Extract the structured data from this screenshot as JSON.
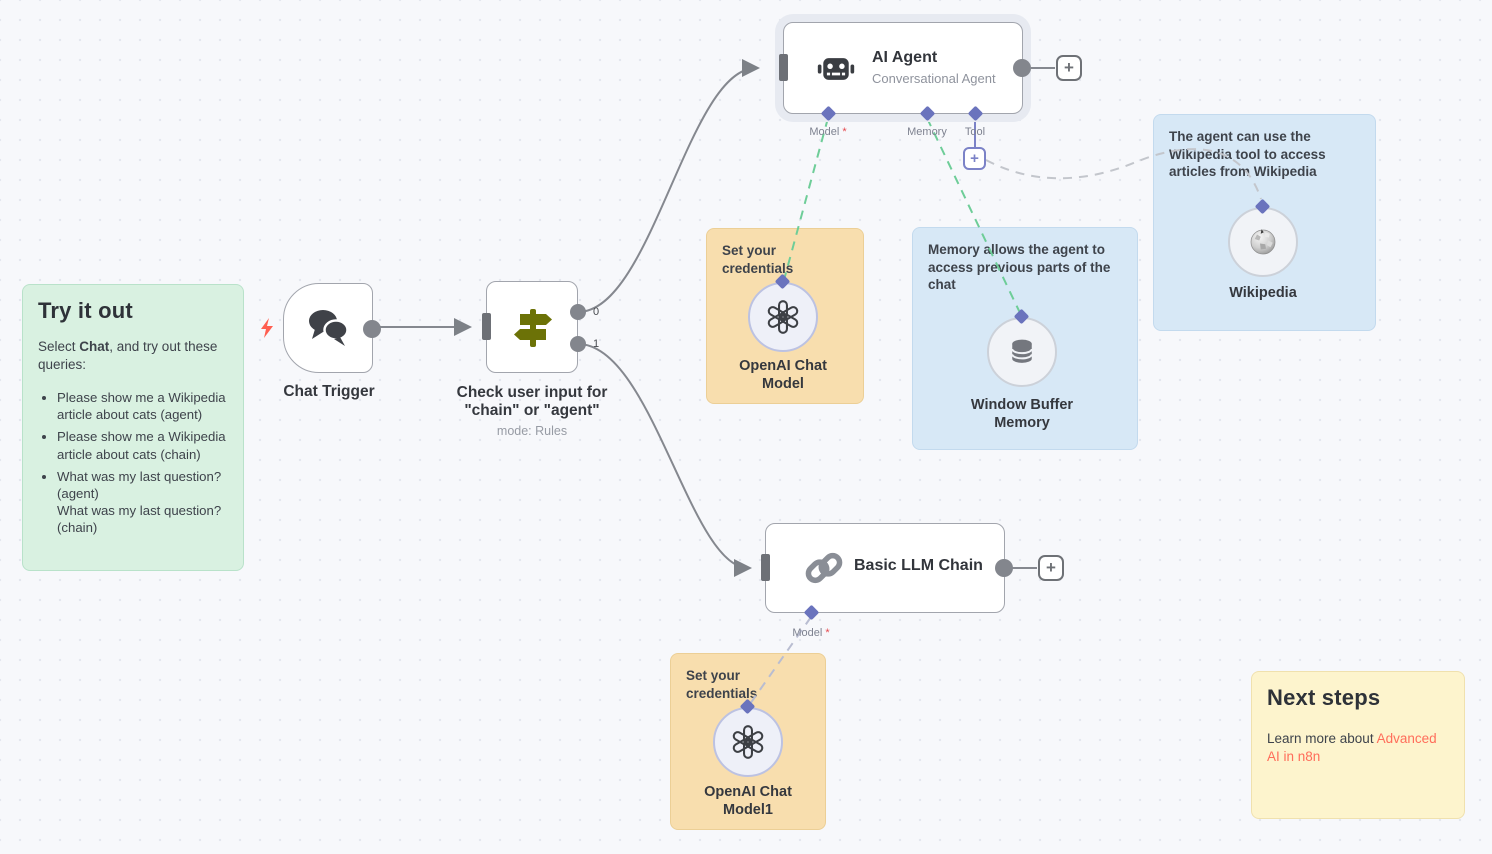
{
  "notes": {
    "try_it_out": {
      "title": "Try it out",
      "intro_prefix": "Select ",
      "intro_bold": "Chat",
      "intro_suffix": ", and try out these queries:",
      "bullets": [
        "Please show me a Wikipedia article about cats (agent)",
        "Please show me a Wikipedia article about cats (chain)",
        "What was my last question? (agent)\nWhat was my last question? (chain)"
      ]
    },
    "credentials_model": {
      "text": "Set your credentials"
    },
    "credentials_model1": {
      "text": "Set your credentials"
    },
    "memory": {
      "text": "Memory allows the agent to access previous parts of the chat"
    },
    "wikipedia": {
      "text": "The agent can use the Wikipedia tool to access articles from Wikipedia"
    },
    "next_steps": {
      "title": "Next steps",
      "text_prefix": "Learn more about ",
      "link_text": "Advanced AI in n8n"
    }
  },
  "nodes": {
    "chat_trigger": {
      "label": "Chat Trigger"
    },
    "switch": {
      "name_line1": "Check user input for",
      "name_line2": "\"chain\" or \"agent\"",
      "subtitle": "mode: Rules",
      "output_labels": [
        "0",
        "1"
      ]
    },
    "ai_agent": {
      "title": "AI Agent",
      "subtitle": "Conversational Agent",
      "ports": {
        "model": "Model",
        "model_required": "*",
        "memory": "Memory",
        "tool": "Tool"
      }
    },
    "basic_llm_chain": {
      "title": "Basic LLM Chain",
      "port_model": "Model",
      "port_required": "*"
    },
    "openai_chat_model": {
      "label": "OpenAI Chat Model"
    },
    "openai_chat_model1": {
      "label": "OpenAI Chat Model1"
    },
    "window_buffer_memory": {
      "label": "Window Buffer Memory"
    },
    "wikipedia_tool": {
      "label": "Wikipedia"
    }
  },
  "ui": {
    "plus": "+"
  },
  "colors": {
    "connection_gray": "#85888f",
    "connection_green_dashed": "#6ecd98",
    "connection_lavender_dashed": "#b9bdd1",
    "connection_purple": "#7b82c7",
    "sticky_green": "#d9f1e1",
    "sticky_orange": "#f8deae",
    "sticky_blue": "#d7e8f6",
    "sticky_yellow": "#fdf4cd",
    "link_red": "#ff6d5a",
    "endpoint_purple": "#6a73bd"
  }
}
